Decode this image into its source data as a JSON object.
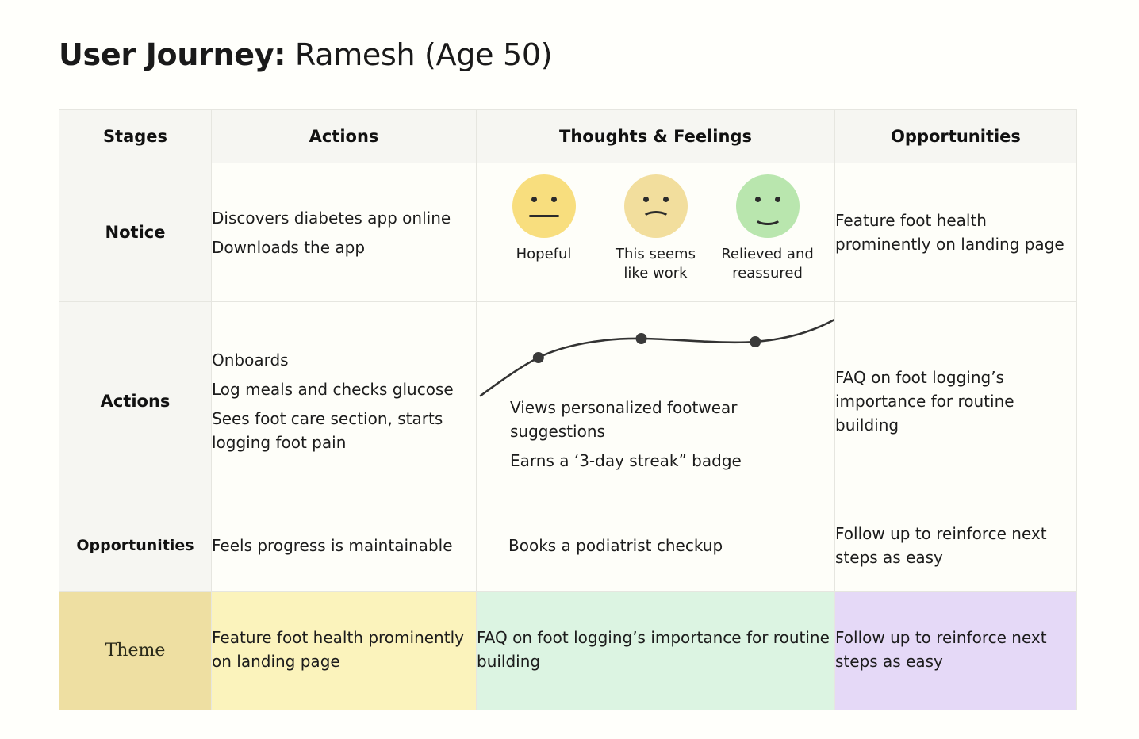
{
  "title": {
    "strong": "User Journey:",
    "light": " Ramesh (Age 50)"
  },
  "table": {
    "headers": {
      "stages": "Stages",
      "actions": "Actions",
      "thoughts": "Thoughts & Feelings",
      "opportunities": "Opportunities"
    },
    "rows": [
      {
        "stage": "Notice",
        "actions": [
          "Discovers diabetes app online",
          "Downloads the app"
        ],
        "faces": [
          {
            "mood": "neutral",
            "color": "#F8DE7E",
            "label": "Hopeful"
          },
          {
            "mood": "sad",
            "color": "#F2DE9D",
            "label": "This seems like work"
          },
          {
            "mood": "happy",
            "color": "#B9E6AE",
            "label": "Relieved and reassured"
          }
        ],
        "opportunities": [
          "Feature foot health prominently on landing page"
        ]
      },
      {
        "stage": "Actions",
        "actions": [
          "Onboards",
          "Log meals and checks glucose",
          "Sees foot care section, starts logging foot pain"
        ],
        "thoughts": [
          "Views personalized footwear suggestions",
          "Earns a ‘3-day streak” badge"
        ],
        "opportunities": [
          "FAQ on foot logging’s importance for routine building"
        ]
      },
      {
        "stage": "Opportunities",
        "actions": [
          "Feels progress is maintainable"
        ],
        "thoughts": [
          "Books a podiatrist checkup"
        ],
        "opportunities": [
          "Follow up to reinforce next steps as easy"
        ]
      }
    ],
    "theme_row": {
      "label": "Theme",
      "cells": [
        {
          "text": "Feature foot health prominently on landing page",
          "color": "#FBF3BC"
        },
        {
          "text": "FAQ on foot logging’s importance for routine building",
          "color": "#DCF4E2"
        },
        {
          "text": "Follow up to reinforce next steps as easy",
          "color": "#E5D9F7"
        }
      ],
      "label_color": "#EEDFA2"
    }
  },
  "chart_data": {
    "type": "line",
    "title": "",
    "xlabel": "",
    "ylabel": "",
    "x": [
      0,
      1,
      2,
      3,
      4
    ],
    "values": [
      0.05,
      0.55,
      0.8,
      0.76,
      0.95
    ],
    "point_markers": [
      1,
      2,
      3
    ],
    "line_color": "#333333",
    "marker_color": "#3a3a3a",
    "grid": false,
    "legend": "none",
    "annotations": [
      "Views personalized footwear suggestions",
      "Earns a ‘3-day streak” badge"
    ]
  },
  "colors": {
    "page_background": "#FFFFFB",
    "header_background": "#F6F6F2",
    "cell_background": "#FEFEF9",
    "border": "#E6E6E0",
    "text": "#1C1C1C"
  }
}
